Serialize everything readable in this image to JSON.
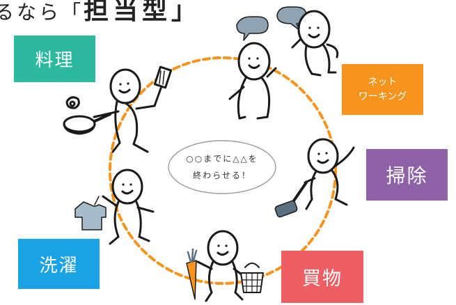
{
  "heading": {
    "prefix": "るなら「",
    "emphasis": "担当型",
    "suffix": "」"
  },
  "center": {
    "text": "○○までに△△を\n終わらせる！"
  },
  "tasks": {
    "cooking": "料理",
    "networking": "ネット\nワーキング",
    "cleaning": "掃除",
    "laundry": "洗濯",
    "shopping": "買物"
  },
  "colors": {
    "cooking": "#2db8a0",
    "networking": "#f7941e",
    "cleaning": "#8f62a8",
    "laundry": "#1aa3e4",
    "shopping": "#ee5f64",
    "ring": "#f7941e",
    "speech_bubble": "#8fa3b3",
    "shirt": "#a7bccb",
    "vacuum": "#5a6f80"
  },
  "icons": [
    "person-icon",
    "frying-pan-icon",
    "spatula-icon",
    "speech-bubble-icon",
    "vacuum-cleaner-icon",
    "shirt-icon",
    "carrot-icon",
    "shopping-basket-icon"
  ]
}
